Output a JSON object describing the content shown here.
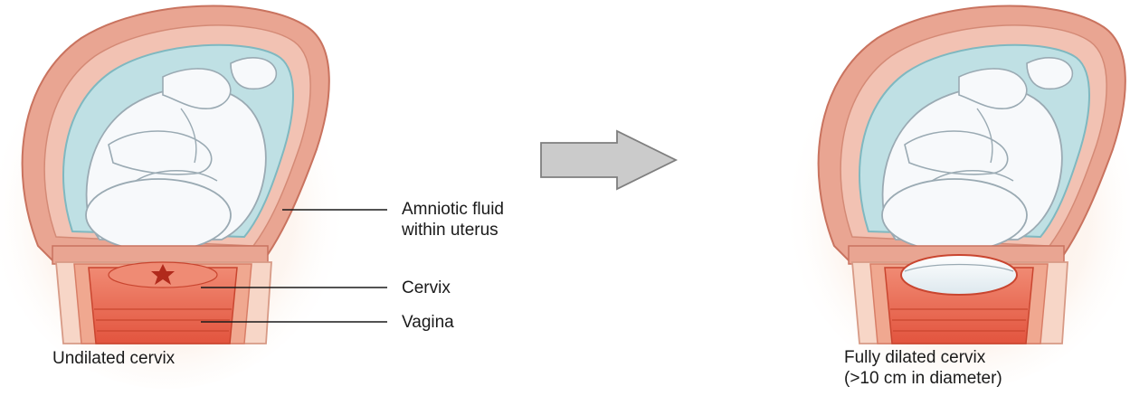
{
  "labels": {
    "amniotic_line1": "Amniotic fluid",
    "amniotic_line2": "within uterus",
    "cervix": "Cervix",
    "vagina": "Vagina"
  },
  "captions": {
    "undilated": "Undilated cervix",
    "dilated_line1": "Fully dilated cervix",
    "dilated_line2": "(>10 cm in diameter)"
  },
  "colors": {
    "muscle_wall": "#e8a090",
    "muscle_dark": "#c9735f",
    "fluid": "#bfe0e4",
    "fluid_dark": "#8cc3ca",
    "fetus": "#f7f9fb",
    "fetus_outline": "#9aaab3",
    "cervix_red": "#e2543e",
    "vagina_pink": "#f3c7b3",
    "arrow_fill": "#c9c9c9",
    "arrow_stroke": "#7f7f7f"
  }
}
